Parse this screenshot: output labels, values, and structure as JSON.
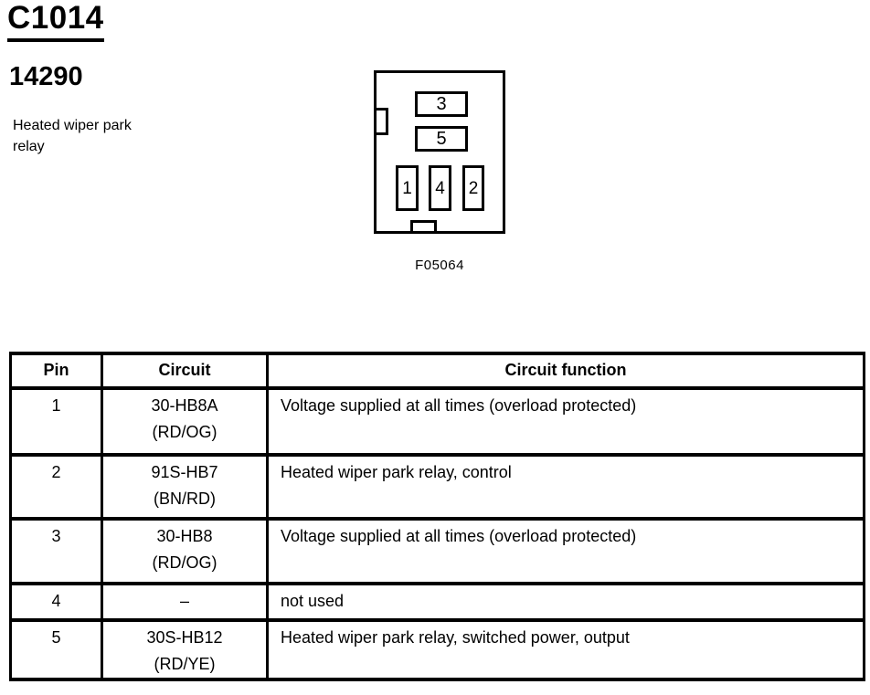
{
  "page": {
    "title": "C1014",
    "part_number": "14290",
    "description": "Heated wiper park relay",
    "figure_caption": "F05064"
  },
  "connector": {
    "power_slots": [
      "3",
      "5"
    ],
    "pin_slots": [
      "1",
      "4",
      "2"
    ]
  },
  "table": {
    "headers": [
      "Pin",
      "Circuit",
      "Circuit function"
    ],
    "rows": [
      {
        "pin": "1",
        "circuit": "30-HB8A",
        "color": "(RD/OG)",
        "function": "Voltage supplied at all times (overload protected)"
      },
      {
        "pin": "2",
        "circuit": "91S-HB7",
        "color": "(BN/RD)",
        "function": "Heated wiper park relay, control"
      },
      {
        "pin": "3",
        "circuit": "30-HB8",
        "color": "(RD/OG)",
        "function": "Voltage supplied at all times (overload protected)"
      },
      {
        "pin": "4",
        "circuit": "–",
        "color": "",
        "function": "not used"
      },
      {
        "pin": "5",
        "circuit": "30S-HB12",
        "color": "(RD/YE)",
        "function": "Heated wiper park relay, switched power, output"
      }
    ]
  },
  "colors": {
    "text": "#000000",
    "background": "#ffffff",
    "border": "#000000"
  }
}
